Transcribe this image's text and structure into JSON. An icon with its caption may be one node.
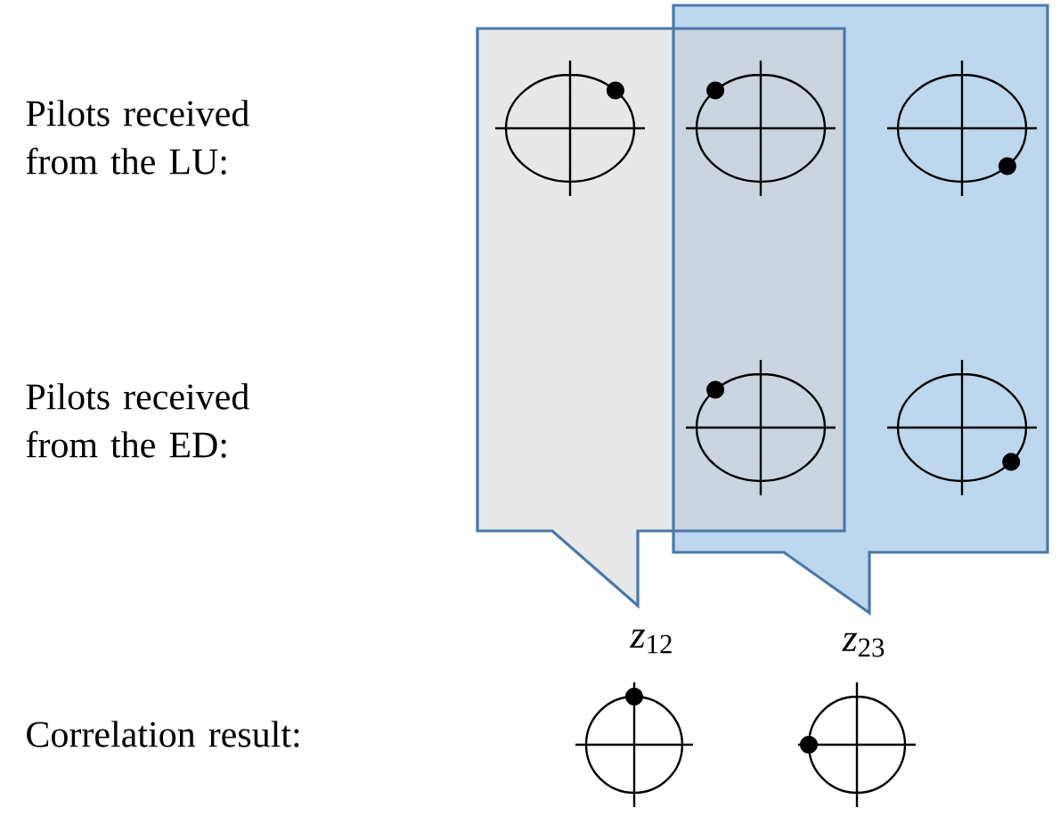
{
  "diagram": {
    "labels": [
      "Pilots received from the LU:",
      "Pilots received from the ED:",
      "Correlation result:",
      "*z*$_{12}$",
      "*z*$_{23}$"
    ]
  }
}
